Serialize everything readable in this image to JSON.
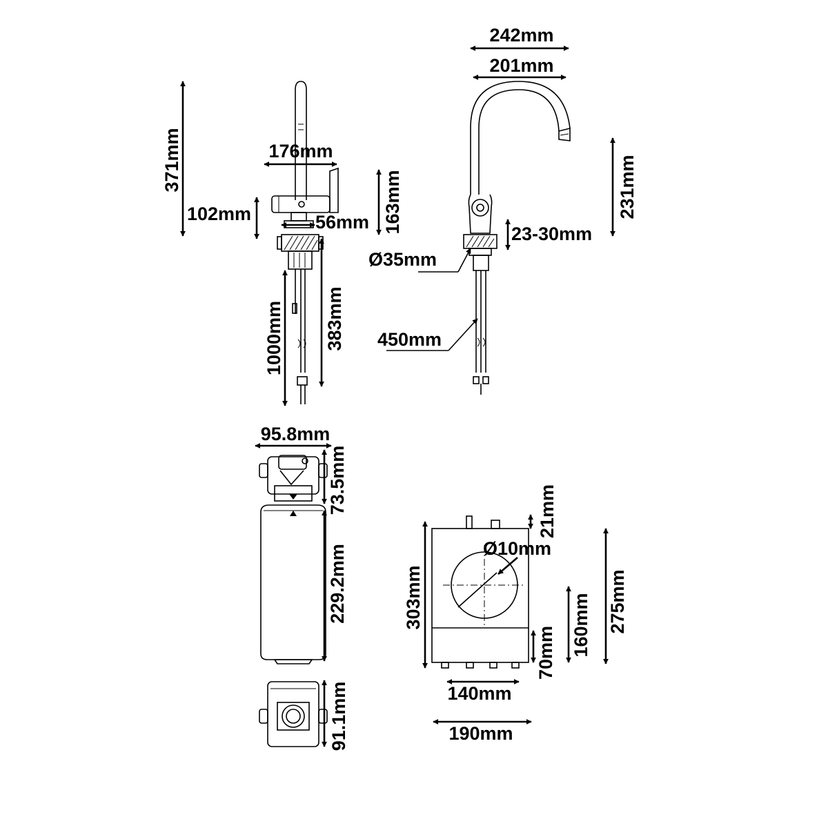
{
  "colors": {
    "line": "#000000",
    "background": "#ffffff"
  },
  "tap_side": {
    "height_total": "371mm",
    "lever_width": "176mm",
    "body_height": "102mm",
    "body_depth": "56mm",
    "lever_height": "163mm",
    "hose_length": "1000mm",
    "shank_length": "383mm"
  },
  "tap_front": {
    "reach_outer": "242mm",
    "reach_inner": "201mm",
    "spout_height": "231mm",
    "worktop_thickness": "23-30mm",
    "hole_diameter": "Ø35mm",
    "flexi_length": "450mm"
  },
  "filter": {
    "width": "95.8mm",
    "head_height": "73.5mm",
    "cartridge_height": "229.2mm",
    "base_depth": "91.1mm"
  },
  "boiler": {
    "connector_height": "21mm",
    "vent_diameter": "Ø10mm",
    "total_height": "303mm",
    "feet_height": "70mm",
    "side_height": "160mm",
    "body_height": "275mm",
    "base_width": "140mm",
    "total_width": "190mm"
  }
}
